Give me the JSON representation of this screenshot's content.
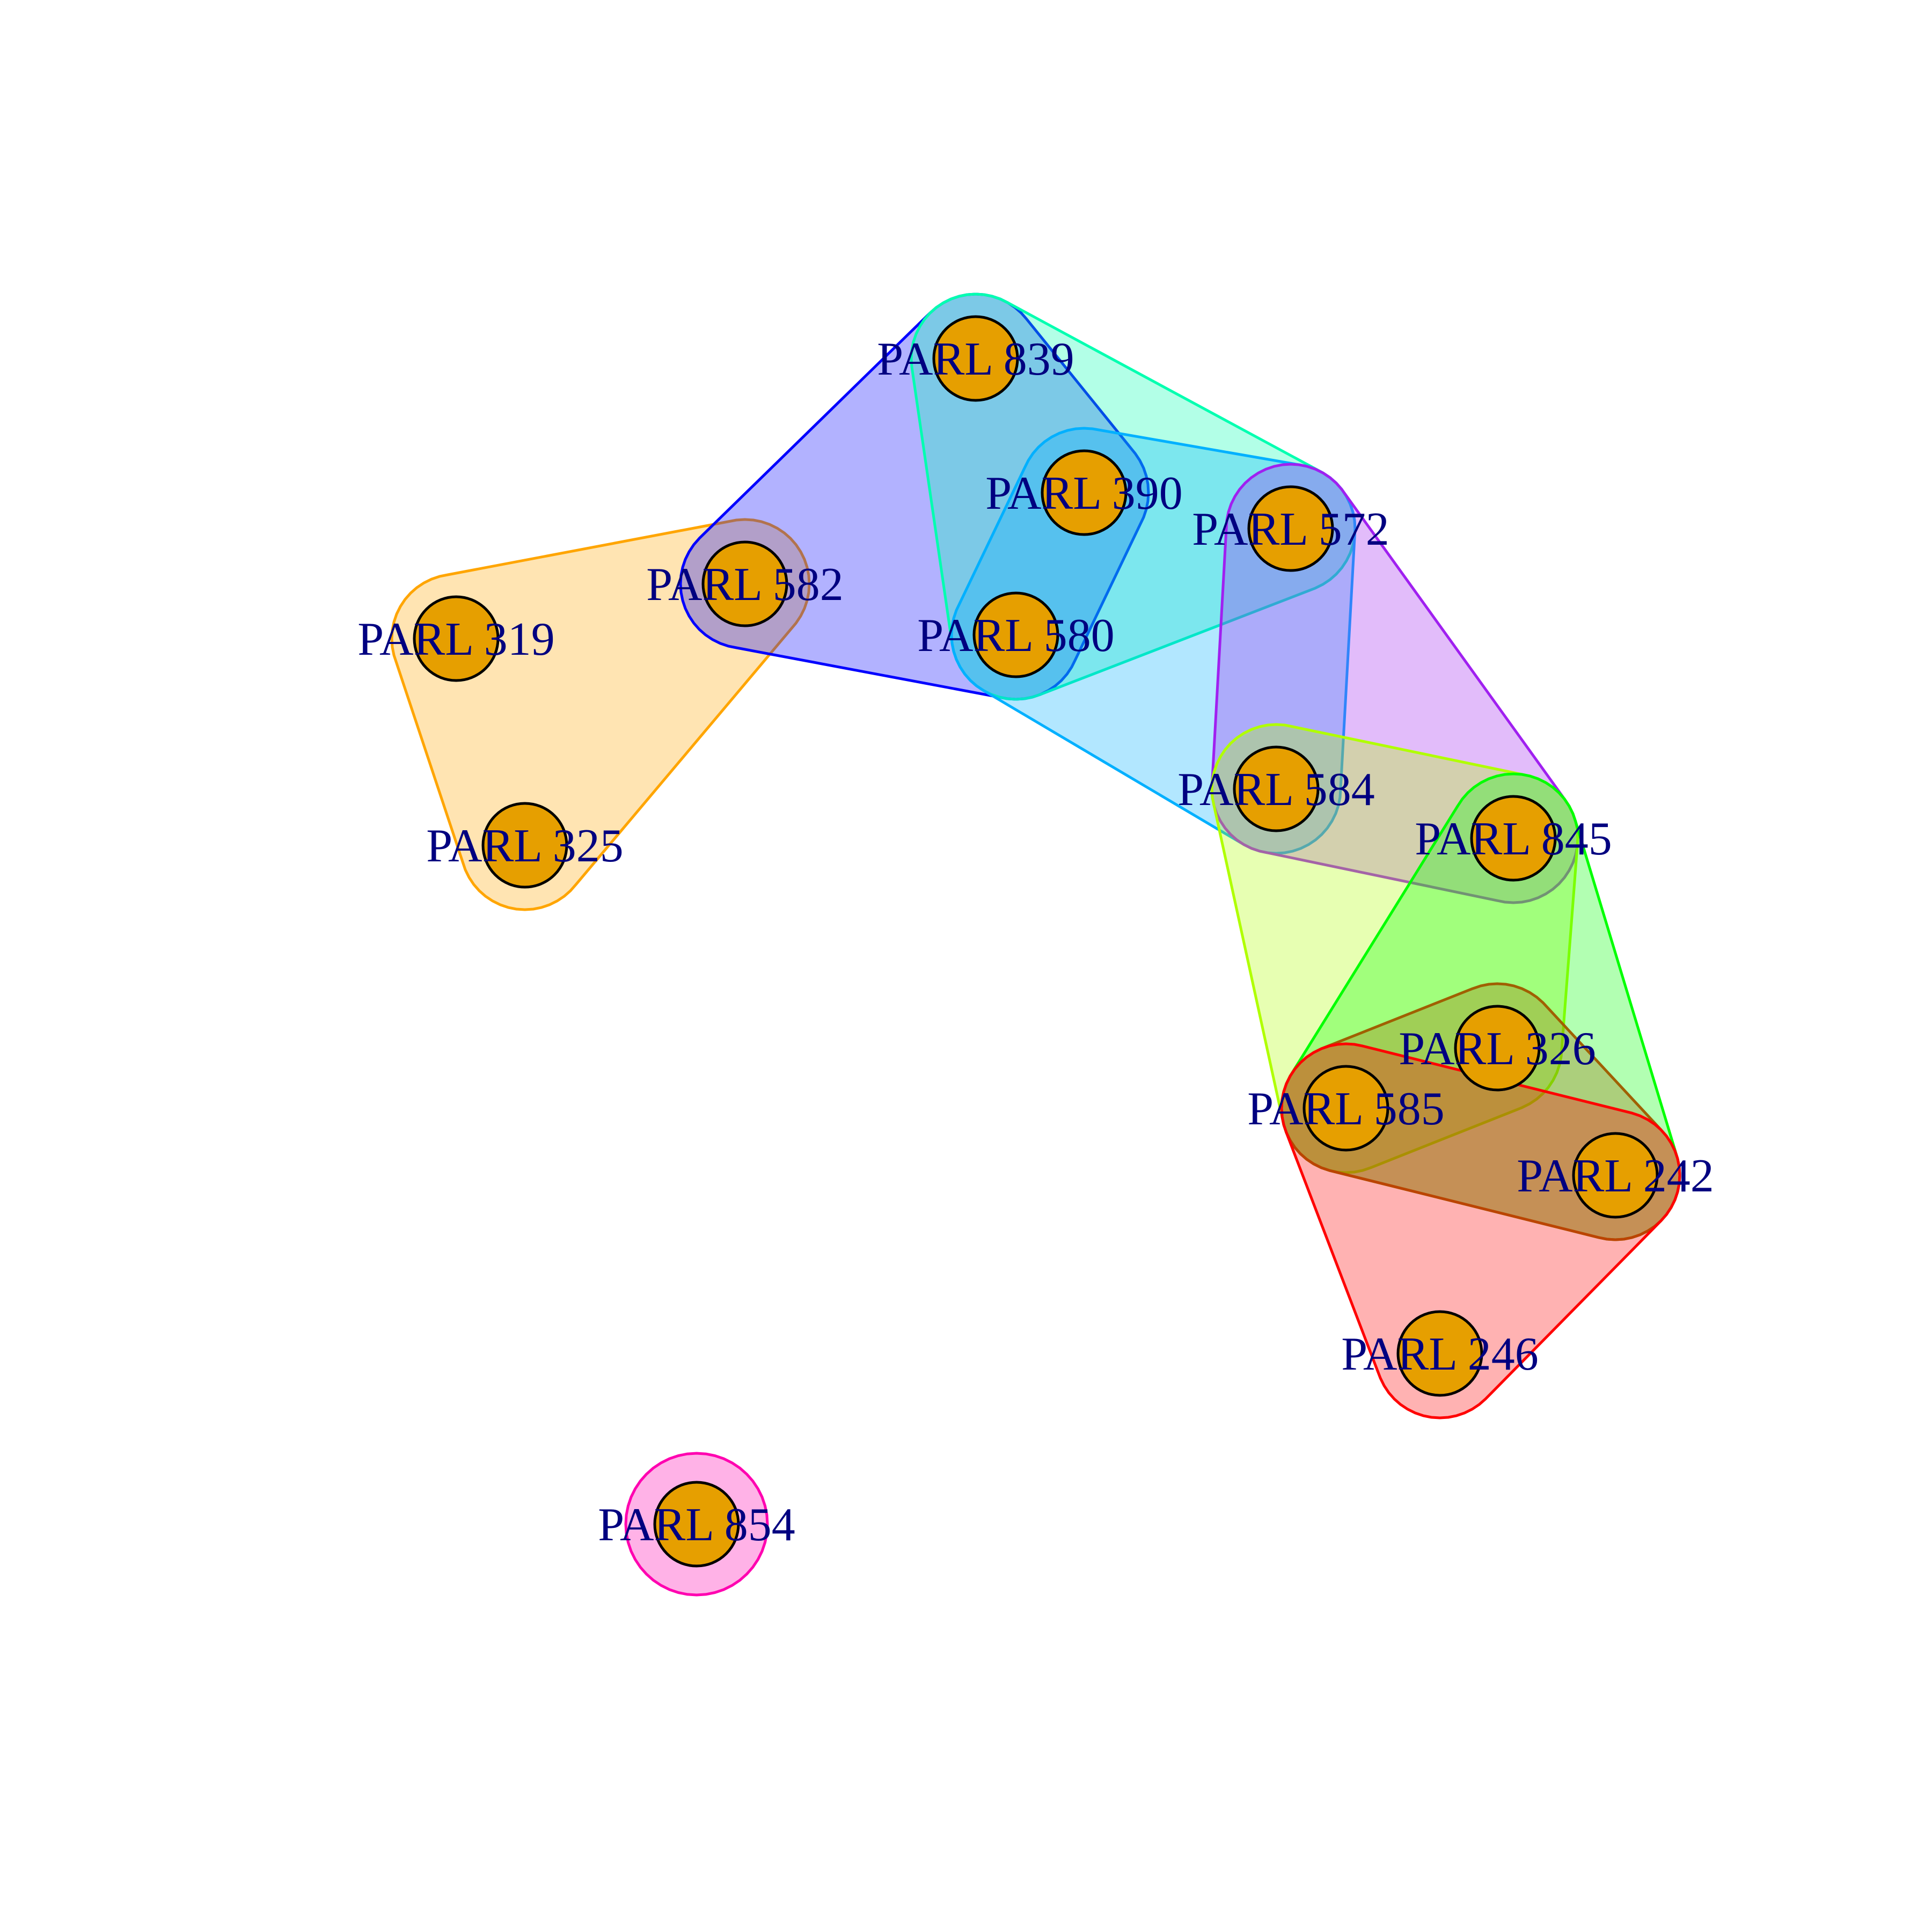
{
  "diagram": {
    "node_style": {
      "fill": "#E69F00",
      "stroke": "#000000",
      "label_color": "#000080"
    },
    "nodes": [
      {
        "id": "n839",
        "label": "PARL 839"
      },
      {
        "id": "n390",
        "label": "PARL 390"
      },
      {
        "id": "n572",
        "label": "PARL 572"
      },
      {
        "id": "n582",
        "label": "PARL 582"
      },
      {
        "id": "n319",
        "label": "PARL 319"
      },
      {
        "id": "n580",
        "label": "PARL 580"
      },
      {
        "id": "n584",
        "label": "PARL 584"
      },
      {
        "id": "n845",
        "label": "PARL 845"
      },
      {
        "id": "n325",
        "label": "PARL 325"
      },
      {
        "id": "n326",
        "label": "PARL 326"
      },
      {
        "id": "n585",
        "label": "PARL 585"
      },
      {
        "id": "n242",
        "label": "PARL 242"
      },
      {
        "id": "n246",
        "label": "PARL 246"
      },
      {
        "id": "n854",
        "label": "PARL 854"
      }
    ],
    "groups": [
      {
        "id": "orange",
        "members": [
          "n319",
          "n325",
          "n582"
        ],
        "color": "#FFA500"
      },
      {
        "id": "blue",
        "members": [
          "n582",
          "n839",
          "n390",
          "n580"
        ],
        "color": "#0000FF"
      },
      {
        "id": "teal",
        "members": [
          "n839",
          "n390",
          "n580",
          "n572"
        ],
        "color": "#00FFB0"
      },
      {
        "id": "skyblue",
        "members": [
          "n390",
          "n580",
          "n572",
          "n584"
        ],
        "color": "#00B0FF"
      },
      {
        "id": "purple",
        "members": [
          "n572",
          "n584",
          "n845"
        ],
        "color": "#A020F0"
      },
      {
        "id": "lime",
        "members": [
          "n584",
          "n845",
          "n326",
          "n585"
        ],
        "color": "#B0FF00"
      },
      {
        "id": "green",
        "members": [
          "n845",
          "n585",
          "n242"
        ],
        "color": "#00FF00"
      },
      {
        "id": "olive",
        "members": [
          "n585",
          "n326",
          "n242"
        ],
        "color": "#A06000"
      },
      {
        "id": "red",
        "members": [
          "n585",
          "n242",
          "n246"
        ],
        "color": "#FF0000"
      },
      {
        "id": "pink",
        "members": [
          "n854"
        ],
        "color": "#FF00B0"
      }
    ]
  }
}
